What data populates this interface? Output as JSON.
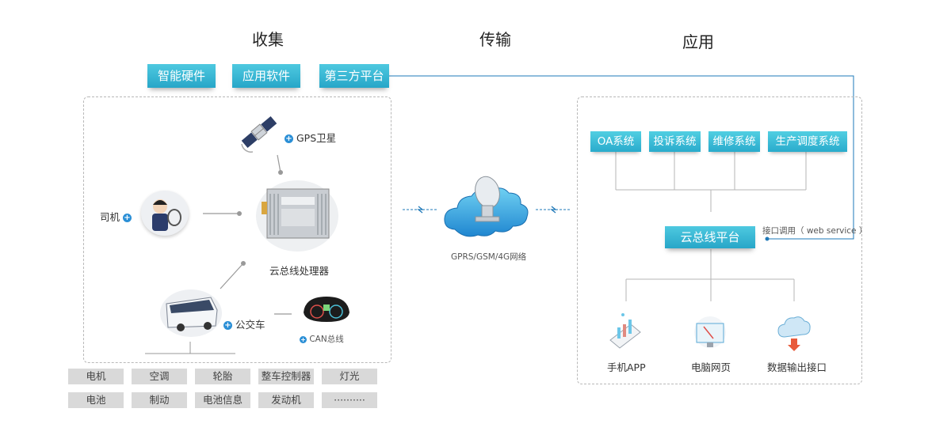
{
  "headings": {
    "collect": "收集",
    "transmit": "传输",
    "apply": "应用"
  },
  "sources": [
    "智能硬件",
    "应用软件",
    "第三方平台"
  ],
  "collect": {
    "gps": "GPS卫星",
    "driver": "司机",
    "processor": "云总线处理器",
    "bus": "公交车",
    "can": "CAN总线"
  },
  "network": {
    "label": "GPRS/GSM/4G网络"
  },
  "systems": [
    "OA系统",
    "投诉系统",
    "维修系统",
    "生产调度系统"
  ],
  "platform": {
    "label": "云总线平台",
    "interface": "接口调用（ web service ）"
  },
  "outputs": [
    "手机APP",
    "电脑网页",
    "数据输出接口"
  ],
  "components": [
    "电机",
    "空调",
    "轮胎",
    "整车控制器",
    "灯光",
    "电池",
    "制动",
    "电池信息",
    "发动机",
    "··········"
  ],
  "colors": {
    "accent": "#2aabcc",
    "connector": "#1e78b8",
    "gray_tag": "#d9d9d9"
  }
}
